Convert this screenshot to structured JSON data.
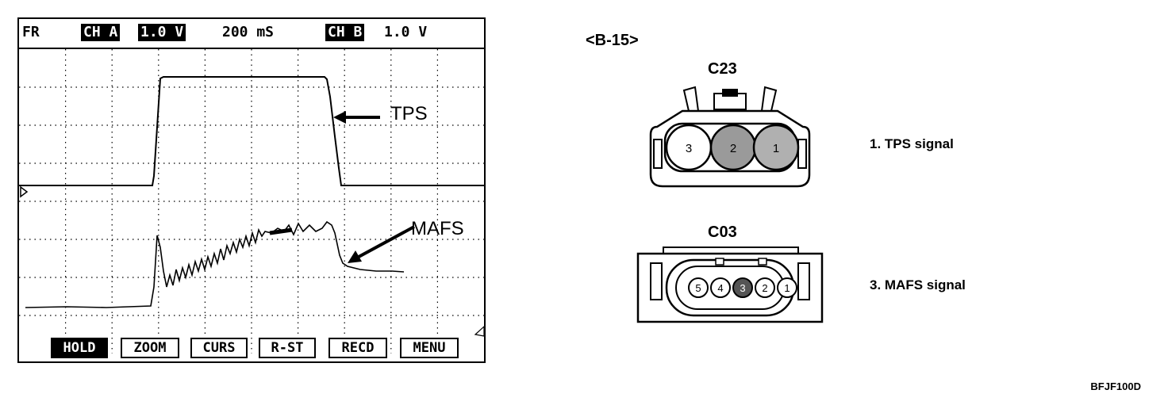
{
  "scope": {
    "header": {
      "mode": "FR",
      "ch_a_label": "CH A",
      "ch_a_scale": "1.0 V",
      "timebase": "200 mS",
      "ch_b_label": "CH B",
      "ch_b_scale": "1.0 V"
    },
    "buttons": [
      {
        "label": "HOLD",
        "active": true
      },
      {
        "label": "ZOOM",
        "active": false
      },
      {
        "label": "CURS",
        "active": false
      },
      {
        "label": "R-ST",
        "active": false
      },
      {
        "label": "RECD",
        "active": false
      },
      {
        "label": "MENU",
        "active": false
      }
    ],
    "annotations": {
      "tps": "TPS",
      "mafs": "MAFS"
    }
  },
  "connectors": {
    "section_title": "<B-15>",
    "c23": {
      "name": "C23",
      "pins": [
        "3",
        "2",
        "1"
      ],
      "signal": "1. TPS signal"
    },
    "c03": {
      "name": "C03",
      "pins": [
        "5",
        "4",
        "3",
        "2",
        "1"
      ],
      "signal": "3. MAFS signal"
    }
  },
  "figure_code": "BFJF100D"
}
